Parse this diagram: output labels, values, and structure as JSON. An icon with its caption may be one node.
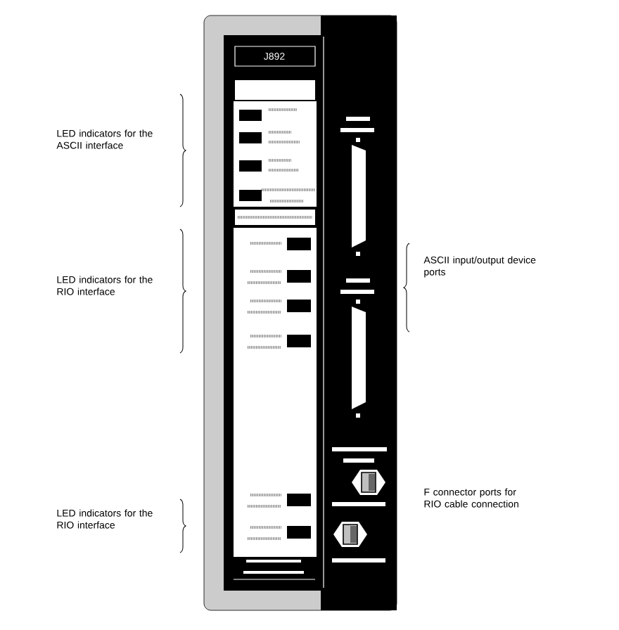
{
  "diagram": {
    "labels": [
      "J892",
      "LED indicators for the ASCII interface",
      "ASCII input/output device ports",
      "LED indicators for the RIO interface",
      "F connector ports for RIO cable connection",
      "LED indicators for the RIO interface"
    ]
  }
}
